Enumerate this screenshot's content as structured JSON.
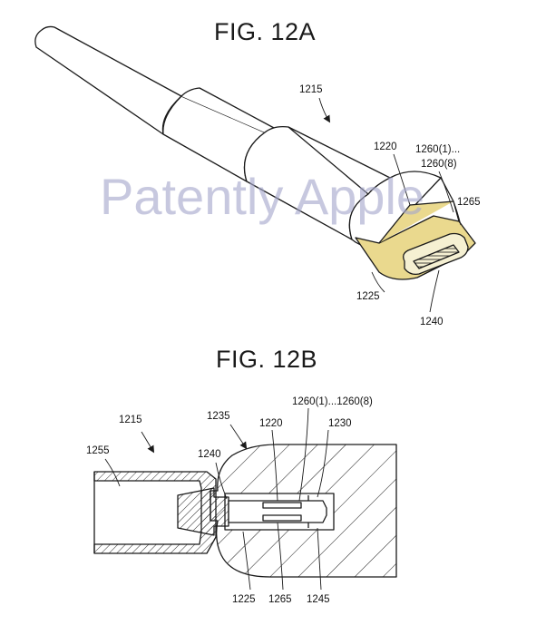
{
  "figures": {
    "fig_a_title": "FIG. 12A",
    "fig_b_title": "FIG. 12B"
  },
  "watermark": "Patently Apple",
  "fig_a_labels": {
    "connector": "1215",
    "tongue": "1220",
    "contacts_range_1": "1260(1)...",
    "contacts_range_2": "1260(8)",
    "contact_edge": "1265",
    "housing": "1225",
    "contact_area": "1240"
  },
  "fig_b_labels": {
    "contacts_range": "1260(1)...1260(8)",
    "connector": "1215",
    "receptacle": "1235",
    "tongue": "1220",
    "ground": "1230",
    "cable": "1255",
    "contact_area": "1240",
    "housing": "1225",
    "contact_edge": "1265",
    "base": "1245"
  },
  "colors": {
    "line": "#1a1a1a",
    "tongue_fill": "#ead98e",
    "watermark": "#a6a8cc"
  }
}
